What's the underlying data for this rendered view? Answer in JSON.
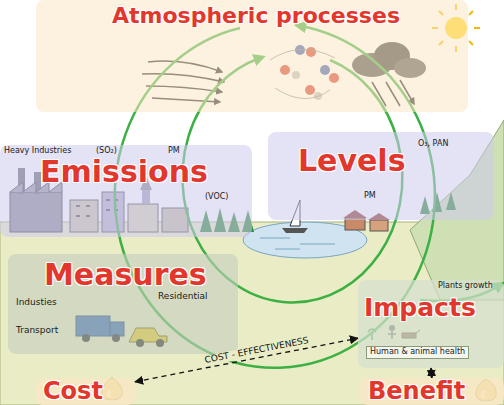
{
  "diagram": {
    "nodes": [
      {
        "text": [
          "Atmospheric processes"
        ]
      },
      {
        "text": [
          "Emissions",
          "Heavy Industries",
          "(SO₂)",
          "PM",
          "(VOC)"
        ]
      },
      {
        "text": [
          "Levels",
          "O₃, PAN",
          "PM"
        ]
      },
      {
        "text": [
          "Measures",
          "Industies",
          "Residential",
          "Transport"
        ]
      },
      {
        "text": [
          "Impacts",
          "Plants growth",
          "Human & animal health"
        ]
      },
      {
        "text": [
          "Cost"
        ]
      },
      {
        "text": [
          "Benefit"
        ]
      }
    ],
    "edges": [
      {
        "from": 5,
        "to": 4,
        "label": "COST - EFFECTIVENESS",
        "arrow": "both"
      },
      {
        "from": 6,
        "to": 4,
        "arrow": "both"
      }
    ]
  }
}
